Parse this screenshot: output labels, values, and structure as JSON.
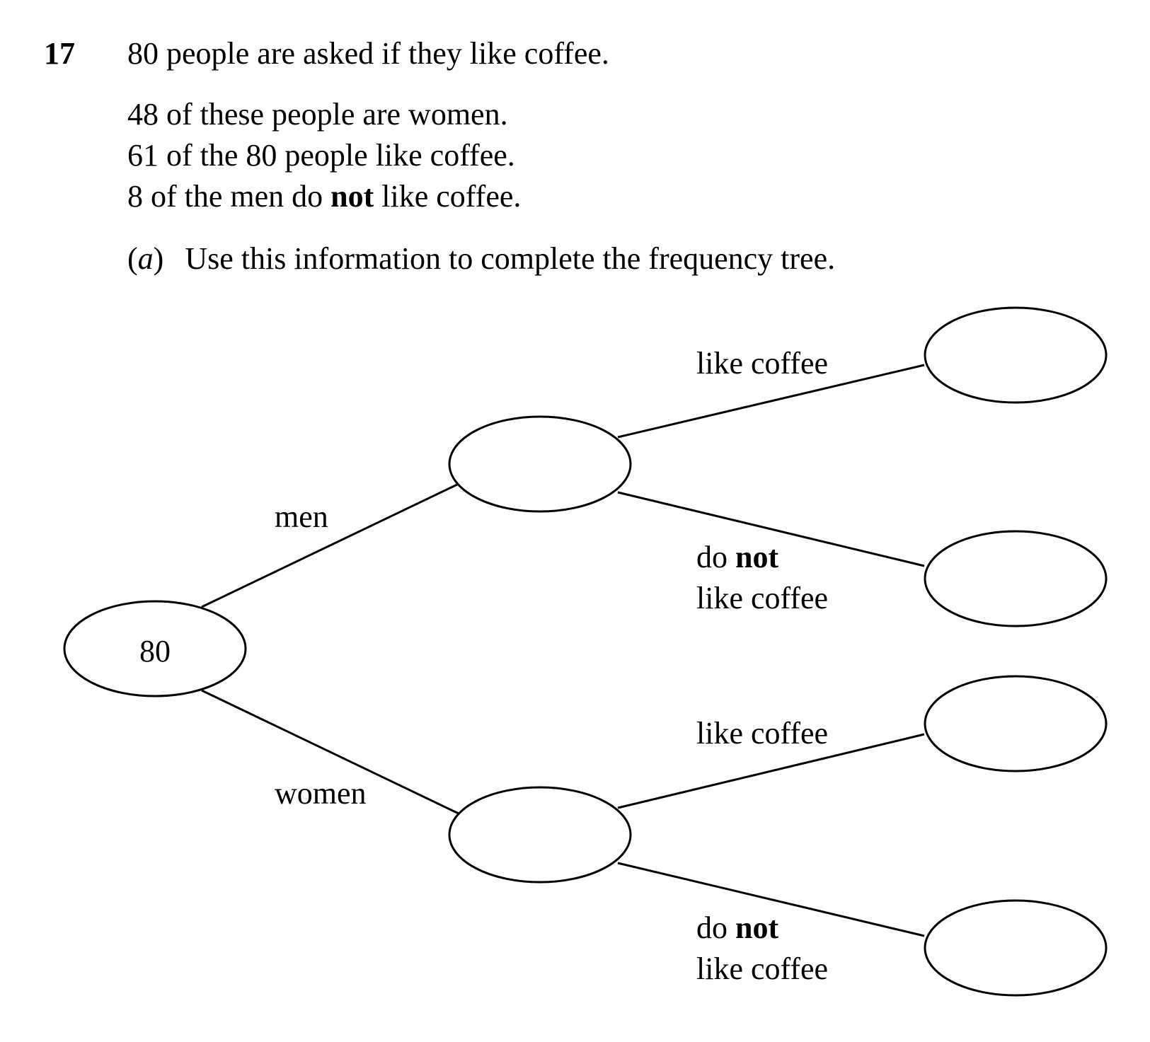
{
  "question": {
    "number": "17",
    "intro": "80 people are asked if they like coffee.",
    "facts": [
      {
        "pre": "48 of these people are women.",
        "bold": "",
        "post": ""
      },
      {
        "pre": "61 of the 80 people like coffee.",
        "bold": "",
        "post": ""
      },
      {
        "pre": "8 of the men do ",
        "bold": "not",
        "post": " like coffee."
      }
    ],
    "part": {
      "open": "(",
      "letter": "a",
      "close": ")",
      "text": "Use this information to complete the frequency tree."
    }
  },
  "tree": {
    "root_value": "80",
    "branch_men": "men",
    "branch_women": "women",
    "like": "like coffee",
    "do": "do ",
    "not": "not",
    "not_like_second_line": "like coffee",
    "blank_nodes": [
      "",
      "",
      "",
      "",
      "",
      ""
    ]
  }
}
